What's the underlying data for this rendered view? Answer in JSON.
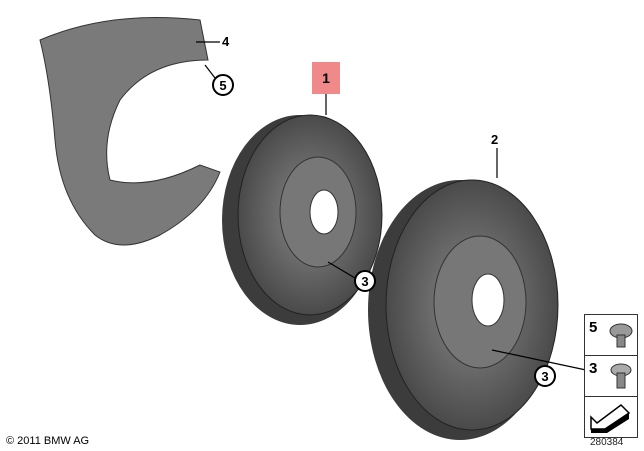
{
  "callouts": {
    "part1": "1",
    "part2": "2",
    "part3a": "3",
    "part3b": "3",
    "part4": "4",
    "part5": "5"
  },
  "legend": {
    "items": [
      {
        "number": "5",
        "icon": "bolt-flange-icon"
      },
      {
        "number": "3",
        "icon": "countersunk-screw-icon"
      }
    ],
    "arrow_icon": "direction-arrow-icon"
  },
  "highlight_color": "#f08a8a",
  "copyright": "© 2011 BMW AG",
  "image_number": "280384"
}
